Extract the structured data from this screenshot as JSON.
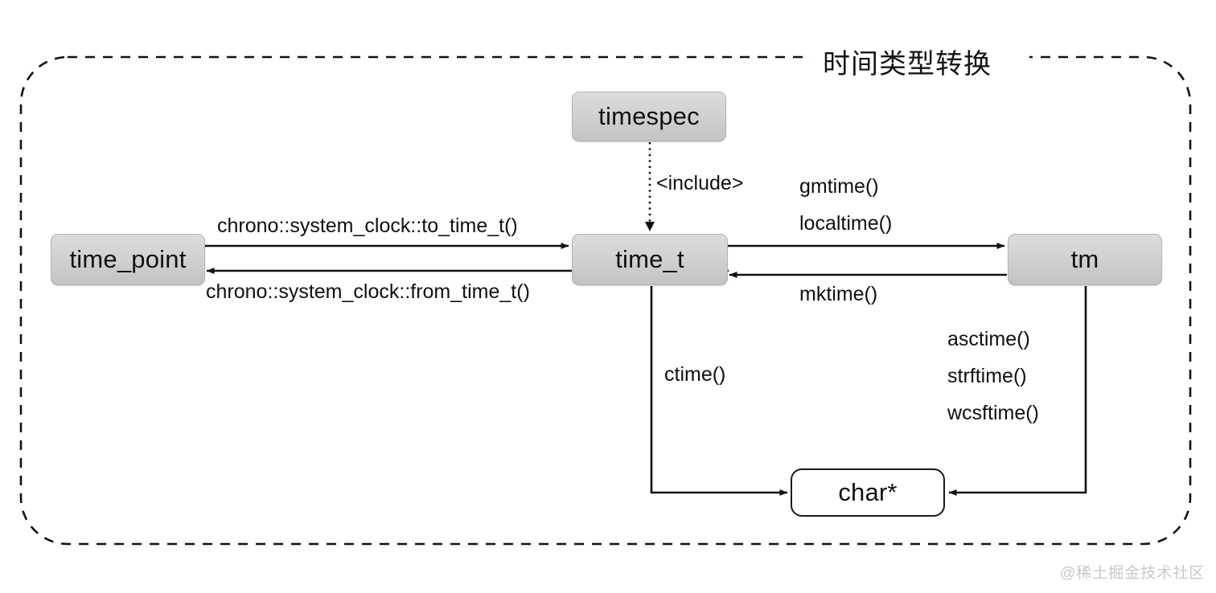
{
  "diagram": {
    "title": "时间类型转换",
    "watermark": "@稀土掘金技术社区",
    "type": "flowchart",
    "border_style": "dashed-rounded",
    "colors": {
      "node_fill_gray_top": "#dcdcdc",
      "node_fill_gray_bottom": "#c3c3c3",
      "node_border_gray": "#b4b4b4",
      "node_fill_white": "#ffffff",
      "node_border_black": "#1a1a1a",
      "edge": "#111111",
      "text": "#111111",
      "watermark": "#c8c8c8"
    },
    "nodes": [
      {
        "id": "timespec",
        "label": "timespec",
        "style": "gray"
      },
      {
        "id": "time_point",
        "label": "time_point",
        "style": "gray"
      },
      {
        "id": "time_t",
        "label": "time_t",
        "style": "gray"
      },
      {
        "id": "tm",
        "label": "tm",
        "style": "gray"
      },
      {
        "id": "charp",
        "label": "char*",
        "style": "white"
      }
    ],
    "edges": [
      {
        "from": "timespec",
        "to": "time_t",
        "label": "<include>",
        "line": "dotted"
      },
      {
        "from": "time_point",
        "to": "time_t",
        "label": "chrono::system_clock::to_time_t()",
        "line": "solid"
      },
      {
        "from": "time_t",
        "to": "time_point",
        "label": "chrono::system_clock::from_time_t()",
        "line": "solid"
      },
      {
        "from": "time_t",
        "to": "tm",
        "label": "gmtime()\nlocaltime()",
        "line": "solid"
      },
      {
        "from": "tm",
        "to": "time_t",
        "label": "mktime()",
        "line": "solid"
      },
      {
        "from": "time_t",
        "to": "charp",
        "label": "ctime()",
        "line": "solid"
      },
      {
        "from": "tm",
        "to": "charp",
        "label": "asctime()\nstrftime()\nwcsftime()",
        "line": "solid"
      }
    ],
    "labels": {
      "include": "<include>",
      "to_time_t": "chrono::system_clock::to_time_t()",
      "from_time_t": "chrono::system_clock::from_time_t()",
      "gmtime": "gmtime()",
      "localtime": "localtime()",
      "mktime": "mktime()",
      "ctime": "ctime()",
      "asctime": "asctime()",
      "strftime": "strftime()",
      "wcsftime": "wcsftime()"
    }
  }
}
